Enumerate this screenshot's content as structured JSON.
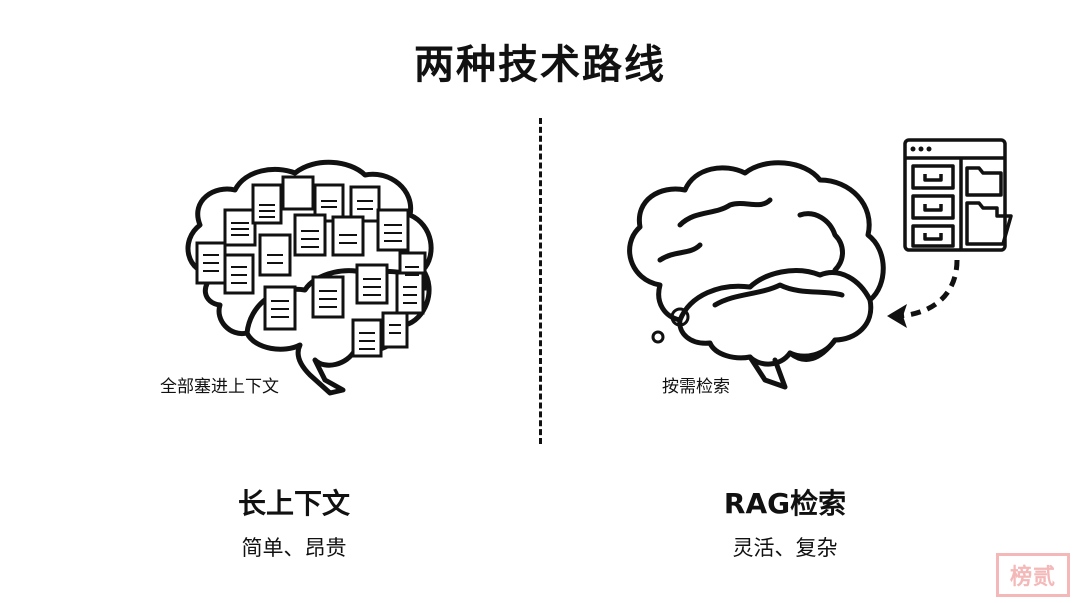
{
  "title": "两种技术路线",
  "left": {
    "caption": "全部塞进上下文",
    "heading": "长上下文",
    "subtitle": "简单、昂贵",
    "illustration": "brain-full-of-documents-icon"
  },
  "right": {
    "caption": "按需检索",
    "heading": "RAG检索",
    "subtitle": "灵活、复杂",
    "illustration": "brain-with-file-cabinet-icon"
  },
  "watermark": "榜贰",
  "colors": {
    "ink": "#111111",
    "background": "#ffffff",
    "watermark": "#f4b8b8"
  }
}
